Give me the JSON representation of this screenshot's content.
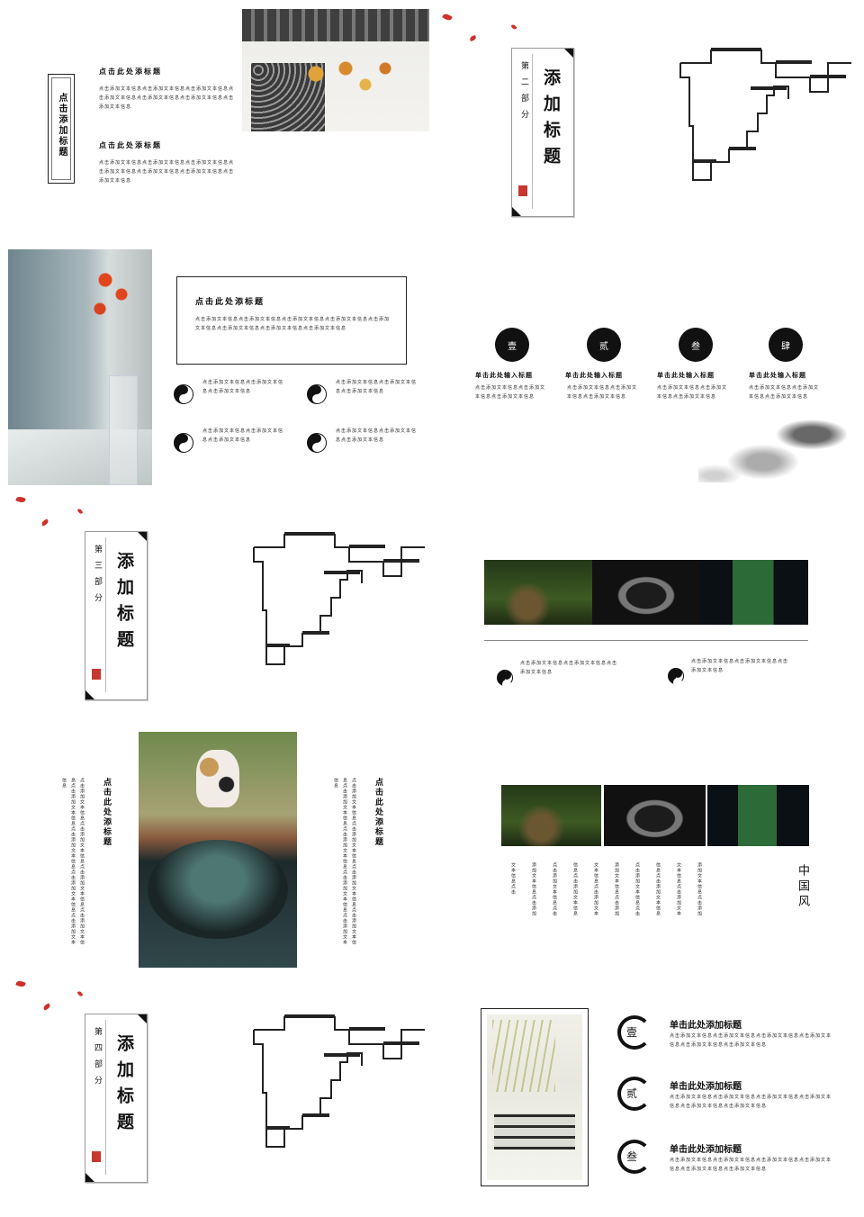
{
  "slide1": {
    "side_label": "点击添加标题",
    "blocks": [
      {
        "title": "点击此处添标题",
        "text": "点击添加文本信息点击添加文本信息点击添加文本信息点击添加文本信息点击添加文本信息点击添加文本信息点击添加文本信息"
      },
      {
        "title": "点击此处添标题",
        "text": "点击添加文本信息点击添加文本信息点击添加文本信息点击添加文本信息点击添加文本信息点击添加文本信息点击添加文本信息"
      }
    ]
  },
  "slide2": {
    "section": "第二部分",
    "title": "添加标题"
  },
  "slide3": {
    "box_title": "点击此处添标题",
    "box_text": "点击添加文本信息点击添加文本信息点击添加文本信息点击添加文本信息点击添加文本信息点击添加文本信息点击添加文本信息点击添加文本信息",
    "items": [
      "点击添加文本信息点击添加文本信息点击添加文本信息",
      "点击添加文本信息点击添加文本信息点击添加文本信息",
      "点击添加文本信息点击添加文本信息点击添加文本信息",
      "点击添加文本信息点击添加文本信息点击添加文本信息"
    ]
  },
  "slide4": {
    "items": [
      {
        "num": "壹",
        "title": "单击此处输入标题",
        "text": "点击添加文本信息点击添加文本信息点击添加文本信息"
      },
      {
        "num": "贰",
        "title": "单击此处输入标题",
        "text": "点击添加文本信息点击添加文本信息点击添加文本信息"
      },
      {
        "num": "叁",
        "title": "单击此处输入标题",
        "text": "点击添加文本信息点击添加文本信息点击添加文本信息"
      },
      {
        "num": "肆",
        "title": "单击此处输入标题",
        "text": "点击添加文本信息点击添加文本信息点击添加文本信息"
      }
    ]
  },
  "slide5": {
    "section": "第三部分",
    "title": "添加标题"
  },
  "slide6": {
    "items": [
      "点击添加文本信息点击添加文本信息点击添加文本信息",
      "点击添加文本信息点击添加文本信息点击添加文本信息"
    ]
  },
  "slide7": {
    "left_title": "点击此处添标题",
    "left_text": "点击添加文本信息点击添加文本信息点击添加文本信息点击添加文本信息点击添加文本信息点击添加文本信息点击添加文本信息点击添加文本信息",
    "right_title": "点击此处添标题",
    "right_text": "点击添加文本信息点击添加文本信息点击添加文本信息点击添加文本信息点击添加文本信息点击添加文本信息点击添加文本信息点击添加文本信息"
  },
  "slide8": {
    "title": "中国风",
    "text": "添加文本信息点击添加文本信息点击添加文本信息点击添加文本信息点击添加文本信息点击添加文本信息点击添加文本信息点击添加文本信息点击添加文本信息点击添加文本信息点击添加文本信息点击添加文本信息点击"
  },
  "slide9": {
    "section": "第四部分",
    "title": "添加标题"
  },
  "slide10": {
    "items": [
      {
        "num": "壹",
        "title": "单击此处添加标题",
        "text": "点击添加文本信息点击添加文本信息点击添加文本信息点击添加文本信息点击添加文本信息点击添加文本信息"
      },
      {
        "num": "贰",
        "title": "单击此处添加标题",
        "text": "点击添加文本信息点击添加文本信息点击添加文本信息点击添加文本信息点击添加文本信息点击添加文本信息"
      },
      {
        "num": "叁",
        "title": "单击此处添加标题",
        "text": "点击添加文本信息点击添加文本信息点击添加文本信息点击添加文本信息点击添加文本信息点击添加文本信息"
      }
    ]
  },
  "colors": {
    "accent_red": "#d0302a",
    "ink": "#111111",
    "border": "#222222"
  },
  "icons": [
    "taiji-icon",
    "ink-circle-icon",
    "seal-icon",
    "petal-icon",
    "roof-wall-graphic"
  ]
}
